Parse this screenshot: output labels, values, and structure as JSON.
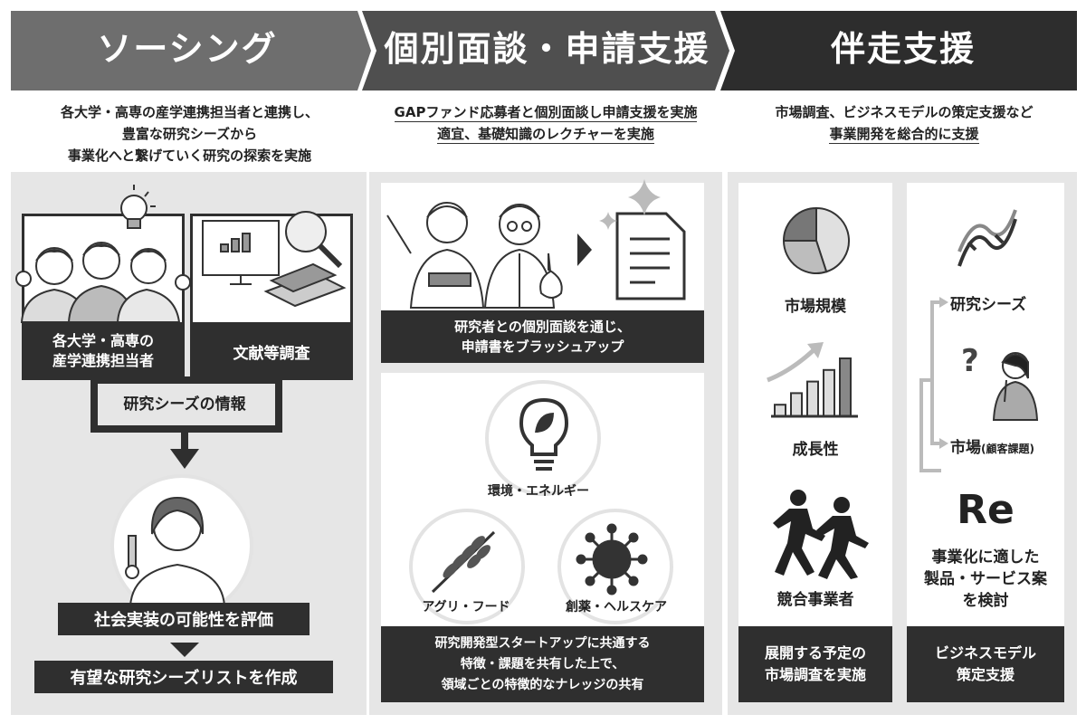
{
  "columns": {
    "sourcing": {
      "title": "ソーシング",
      "desc": [
        "各大学・高専の産学連携担当者と連携し、",
        "豊富な研究シーズから",
        "事業化へと繋げていく研究の探索を実施"
      ],
      "box_liaison": [
        "各大学・高専の",
        "産学連携担当者"
      ],
      "box_literature": "文献等調査",
      "seeds_info": "研究シーズの情報",
      "evaluate": "社会実装の可能性を評価",
      "list": "有望な研究シーズリストを作成"
    },
    "interview": {
      "title": "個別面談・申請支援",
      "desc": [
        "GAPファンド応募者と個別面談し申請支援を実施",
        "適宜、基礎知識のレクチャーを実施"
      ],
      "brush": [
        "研究者との個別面談を通じ、",
        "申請書をブラッシュアップ"
      ],
      "fields": {
        "energy": "環境・エネルギー",
        "agri": "アグリ・フード",
        "pharma": "創薬・ヘルスケア"
      },
      "knowledge": [
        "研究開発型スタートアップに共通する",
        "特徴・課題を共有した上で、",
        "領域ごとの特徴的なナレッジの共有"
      ]
    },
    "support": {
      "title": "伴走支援",
      "desc": [
        "市場調査、ビジネスモデルの策定支援など",
        "事業開発を総合的に支援"
      ],
      "market_size": "市場規模",
      "growth": "成長性",
      "competitors": "競合事業者",
      "market_box": [
        "展開する予定の",
        "市場調査を実施"
      ],
      "seeds": "研究シーズ",
      "market": "市場",
      "market_note": "(顧客課題)",
      "re_logo": "Re",
      "product": [
        "事業化に適した",
        "製品・サービス案",
        "を検討"
      ],
      "biz_box": [
        "ビジネスモデル",
        "策定支援"
      ]
    }
  },
  "colors": {
    "header1": "#6e6e6e",
    "header2": "#4f4f4f",
    "header3": "#2d2d2d",
    "panel_bg": "#e6e6e6",
    "dark_box": "#2f2f2f"
  },
  "pie_chart": {
    "slices": [
      {
        "value": 45,
        "color": "#e0e0e0"
      },
      {
        "value": 30,
        "color": "#bdbdbd"
      },
      {
        "value": 25,
        "color": "#777777"
      }
    ]
  },
  "growth_bars": {
    "values": [
      1,
      2,
      3,
      4,
      5
    ]
  }
}
